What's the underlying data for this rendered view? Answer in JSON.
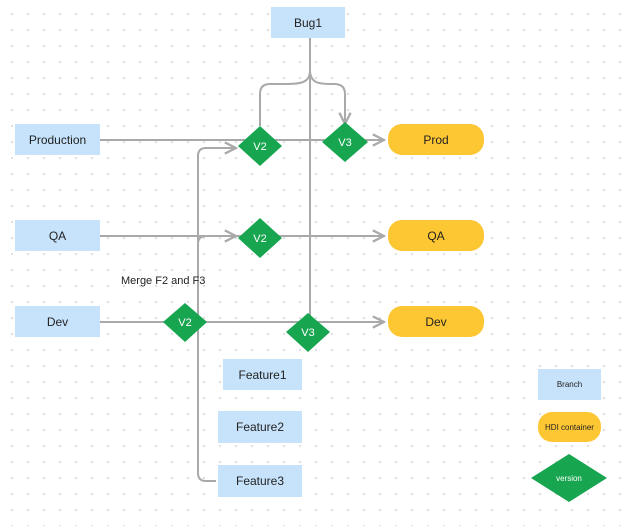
{
  "branches": {
    "bug1": "Bug1",
    "production": "Production",
    "qa": "QA",
    "dev": "Dev",
    "feature1": "Feature1",
    "feature2": "Feature2",
    "feature3": "Feature3"
  },
  "containers": {
    "prod": "Prod",
    "qa": "QA",
    "dev": "Dev"
  },
  "versions": {
    "prod_v2": "V2",
    "prod_v3": "V3",
    "qa_v2": "V2",
    "dev_v2": "V2",
    "dev_v3": "V3"
  },
  "annotation": "Merge F2 and F3",
  "legend": {
    "branch": "Branch",
    "hdi_container": "HDI container",
    "version": "version"
  },
  "colors": {
    "branch_fill": "#c7e3fb",
    "container_fill": "#fdc734",
    "version_fill": "#17a550",
    "connector": "#a9a9a9"
  }
}
